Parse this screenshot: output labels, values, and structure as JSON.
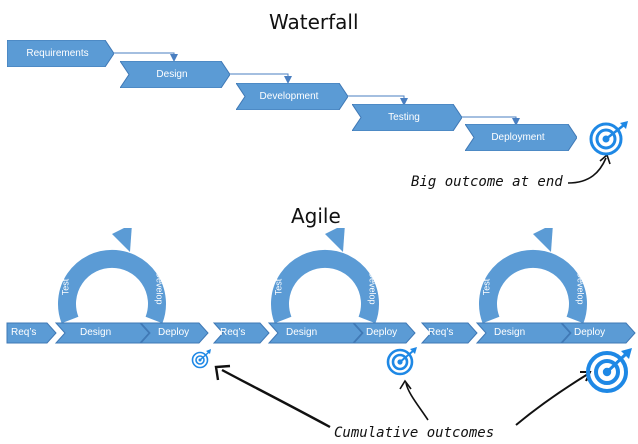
{
  "waterfall": {
    "title": "Waterfall",
    "stages": [
      "Requirements",
      "Design",
      "Development",
      "Testing",
      "Deployment"
    ],
    "outcome_note": "Big outcome at end"
  },
  "agile": {
    "title": "Agile",
    "phases": {
      "reqs": "Req’s",
      "design": "Design",
      "deploy": "Deploy"
    },
    "cycle": {
      "test": "Test",
      "develop": "Develop"
    },
    "outcome_note": "Cumulative outcomes"
  },
  "icons": {
    "outcome": "target-icon"
  },
  "colors": {
    "accent": "#5b9bd5",
    "accent_dark": "#3f78b5",
    "target": "#1e88e5"
  }
}
